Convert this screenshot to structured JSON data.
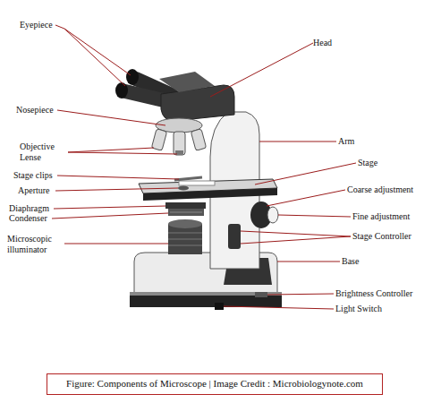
{
  "diagram": {
    "caption": "Figure: Components of Microscope | Image Credit : Microbiologynote.com",
    "labels": [
      "Eyepiece",
      "Head",
      "Nosepiece",
      "Arm",
      "Objective Lense",
      "Stage clips",
      "Stage",
      "Coarse adjustment",
      "Aperture",
      "Fine adjustment",
      "Diaphragm",
      "Condenser",
      "Stage Controller",
      "Microscopic illuminator",
      "Base",
      "Brightness Controller",
      "Light Switch"
    ]
  }
}
